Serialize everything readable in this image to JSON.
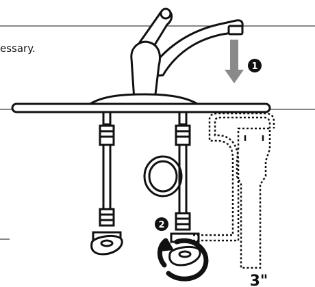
{
  "caption": {
    "text": "essary."
  },
  "steps": [
    {
      "number": "1"
    },
    {
      "number": "2"
    }
  ],
  "dimension": {
    "label": "3\""
  },
  "colors": {
    "ink": "#111111",
    "arrow": "#8a8a8a",
    "background": "#ffffff"
  },
  "icons": {
    "down_arrow": "down-arrow-icon",
    "rotate": "rotate-counterclockwise-icon"
  }
}
